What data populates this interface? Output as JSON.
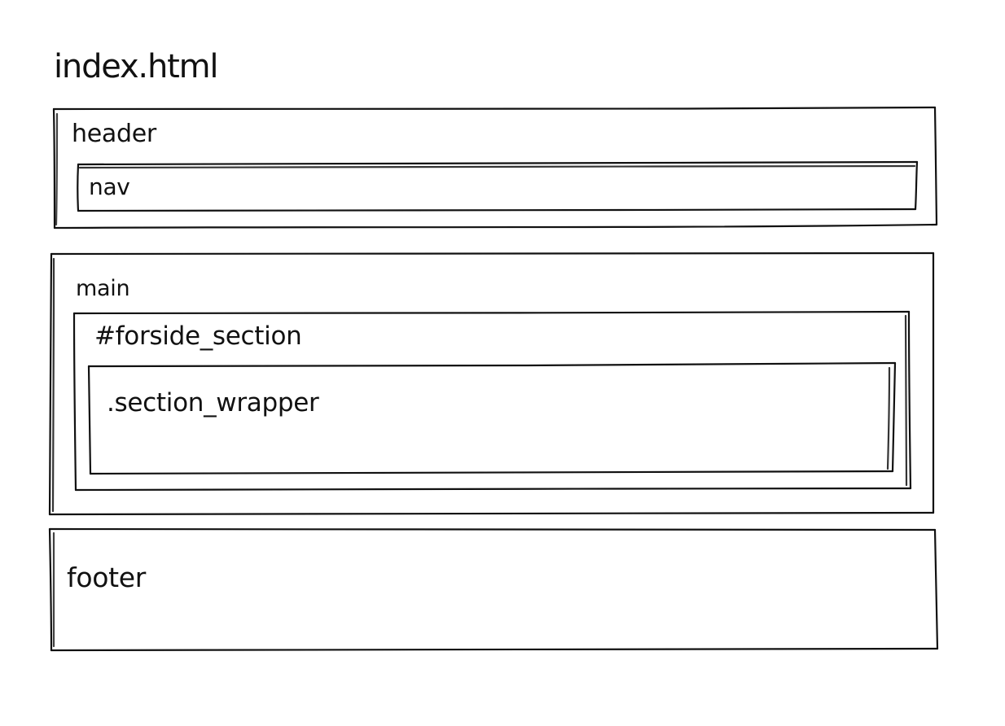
{
  "file": {
    "name": "index.html"
  },
  "blocks": {
    "header": "header",
    "nav": "nav",
    "main": "main",
    "forside_section": "#forside_section",
    "section_wrapper": ".section_wrapper",
    "footer": "footer"
  },
  "colors": {
    "ink": "#111111",
    "paper": "#ffffff"
  }
}
